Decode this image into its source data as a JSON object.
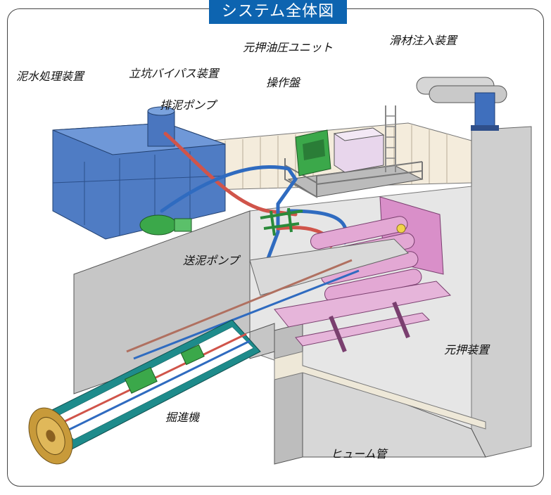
{
  "title": "システム全体図",
  "labels": {
    "slurry_treatment": "泥水処理装置",
    "shaft_bypass": "立坑バイパス装置",
    "main_jack_hydraulic": "元押油圧ユニット",
    "lubricant_injector": "滑材注入装置",
    "control_panel": "操作盤",
    "discharge_pump": "排泥ポンプ",
    "feed_pump": "送泥ポンプ",
    "main_jack": "元押装置",
    "tunneling_machine": "掘進機",
    "hume_pipe": "ヒューム管"
  },
  "colors": {
    "title_bg": "#0d64b0",
    "slurry_tank": "#4f7cc4",
    "pipe_blue": "#2f6bc0",
    "pipe_red": "#d0544a",
    "green_equipment": "#3ba84a",
    "jack_pink": "#e3a8d4",
    "wall_gray": "#c9c9c9"
  }
}
